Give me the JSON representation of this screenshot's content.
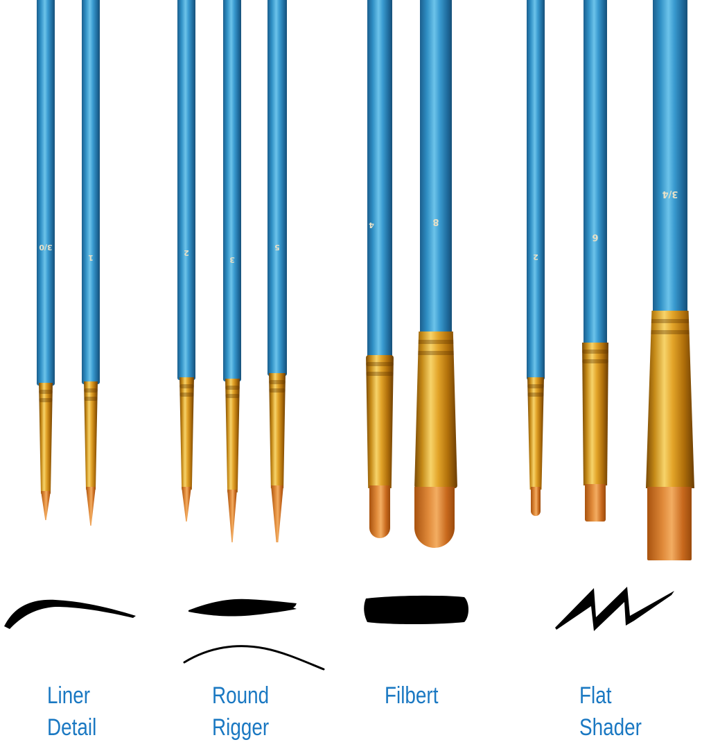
{
  "brushes": [
    {
      "number": "3/0",
      "group": "Liner Detail"
    },
    {
      "number": "1",
      "group": "Liner Detail"
    },
    {
      "number": "2",
      "group": "Round Rigger"
    },
    {
      "number": "3",
      "group": "Round Rigger"
    },
    {
      "number": "5",
      "group": "Round Rigger"
    },
    {
      "number": "4",
      "group": "Filbert"
    },
    {
      "number": "8",
      "group": "Filbert"
    },
    {
      "number": "2",
      "group": "Flat Shader"
    },
    {
      "number": "6",
      "group": "Flat Shader"
    },
    {
      "number": "3/4",
      "group": "Flat Shader"
    }
  ],
  "labels": [
    {
      "line1": "Liner",
      "line2": "Detail"
    },
    {
      "line1": "Round",
      "line2": "Rigger"
    },
    {
      "line1": "Filbert",
      "line2": ""
    },
    {
      "line1": "Flat",
      "line2": "Shader"
    }
  ],
  "colors": {
    "label": "#1a78c2",
    "handle": "#2f8fc4",
    "ferrule": "#e3a52a",
    "bristle": "#e08a3a",
    "stroke": "#000000"
  }
}
